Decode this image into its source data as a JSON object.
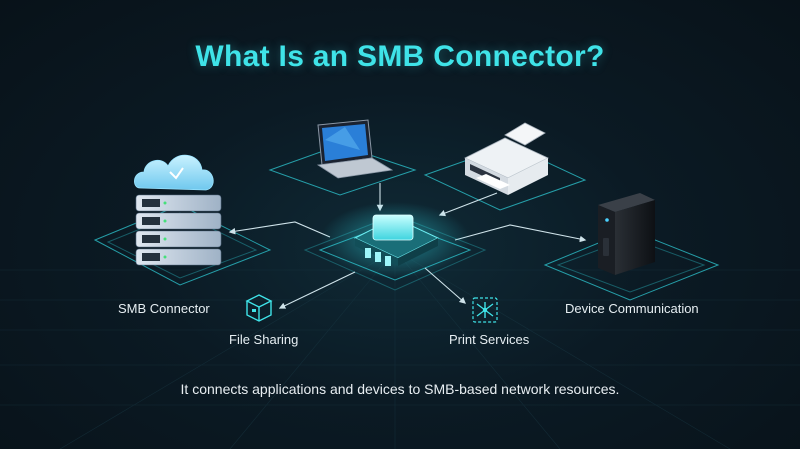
{
  "title": "What Is an SMB Connector?",
  "labels": {
    "smb_connector": "SMB Connector",
    "file_sharing": "File Sharing",
    "print_services": "Print Services",
    "device_communication": "Device Communication"
  },
  "caption": "It connects applications and devices to SMB-based network resources.",
  "icons": [
    "cloud-server-icon",
    "laptop-icon",
    "printer-icon",
    "nas-device-icon",
    "chip-connector-icon",
    "file-box-icon",
    "network-share-icon"
  ],
  "colors": {
    "accent": "#3fe3e8",
    "background": "#0b1a24",
    "text": "#e6eef2"
  }
}
